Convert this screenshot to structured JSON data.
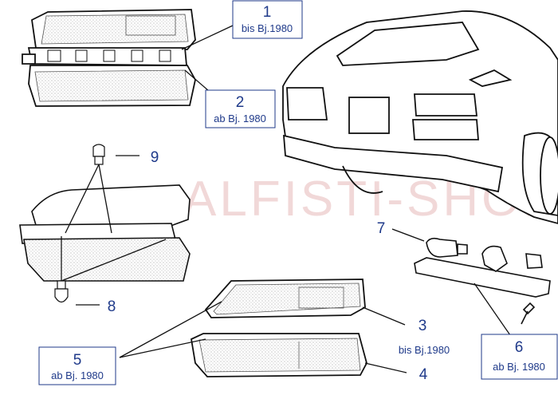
{
  "watermark": "ALFISTI-SHOP",
  "callouts": {
    "c1": {
      "number": "1",
      "text": "bis Bj.1980"
    },
    "c2": {
      "number": "2",
      "text": "ab Bj. 1980"
    },
    "c3": {
      "number": "3",
      "text": "bis Bj.1980"
    },
    "c4": {
      "number": "4"
    },
    "c5": {
      "number": "5",
      "text": "ab Bj. 1980"
    },
    "c6": {
      "number": "6",
      "text": "ab Bj. 1980"
    },
    "c7": {
      "number": "7"
    },
    "c8": {
      "number": "8"
    },
    "c9": {
      "number": "9"
    }
  },
  "colors": {
    "label_blue": "#1f3a8a",
    "watermark": "#e7b9b9",
    "line": "#111111"
  }
}
